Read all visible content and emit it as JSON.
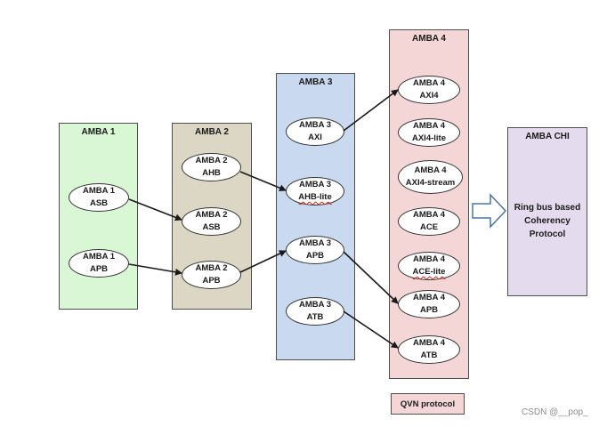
{
  "columns": {
    "amba1": {
      "title": "AMBA 1",
      "nodes": [
        [
          "AMBA 1",
          "ASB"
        ],
        [
          "AMBA 1",
          "APB"
        ]
      ]
    },
    "amba2": {
      "title": "AMBA 2",
      "nodes": [
        [
          "AMBA 2",
          "AHB"
        ],
        [
          "AMBA 2",
          "ASB"
        ],
        [
          "AMBA 2",
          "APB"
        ]
      ]
    },
    "amba3": {
      "title": "AMBA 3",
      "nodes": [
        [
          "AMBA 3",
          "AXI"
        ],
        [
          "AMBA 3",
          "AHB-lite"
        ],
        [
          "AMBA 3",
          "APB"
        ],
        [
          "AMBA 3",
          "ATB"
        ]
      ]
    },
    "amba4": {
      "title": "AMBA 4",
      "nodes": [
        [
          "AMBA 4",
          "AXI4"
        ],
        [
          "AMBA 4",
          "AXI4-lite"
        ],
        [
          "AMBA 4",
          "AXI4-stream"
        ],
        [
          "AMBA 4",
          "ACE"
        ],
        [
          "AMBA 4",
          "ACE-lite"
        ],
        [
          "AMBA 4",
          "APB"
        ],
        [
          "AMBA 4",
          "ATB"
        ]
      ]
    },
    "chi": {
      "title": "AMBA CHI",
      "lines": [
        "Ring bus based",
        "Coherency",
        "Protocol"
      ]
    }
  },
  "qvn_label": "QVN protocol",
  "watermark": "CSDN @__pop_",
  "colors": {
    "amba1_fill": "#d9f6d5",
    "amba2_fill": "#dcd6c4",
    "amba3_fill": "#c9d9ef",
    "amba4_fill": "#f4d6d6",
    "chi_fill": "#e4dcee",
    "arrow": "#1a1a1a",
    "block_arrow_fill": "#ffffff",
    "block_arrow_stroke": "#4a73a6",
    "spell_underline": "#dd2222"
  }
}
